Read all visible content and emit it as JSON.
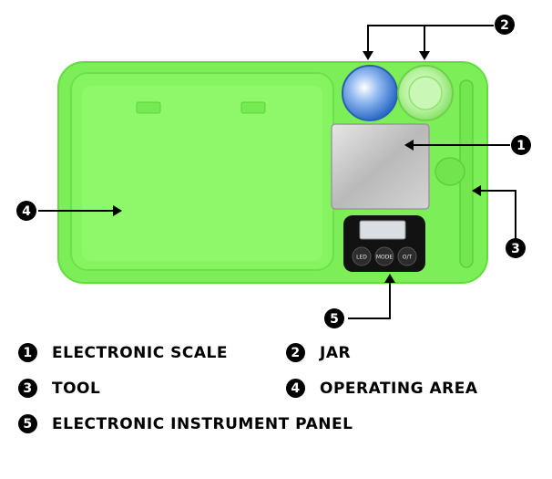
{
  "callouts": [
    {
      "number": "1"
    },
    {
      "number": "2"
    },
    {
      "number": "3"
    },
    {
      "number": "4"
    },
    {
      "number": "5"
    }
  ],
  "scale_buttons": [
    "LED",
    "MODE",
    "O/T"
  ],
  "legend": [
    {
      "number": "1",
      "label": "ELECTRONIC SCALE"
    },
    {
      "number": "2",
      "label": "JAR"
    },
    {
      "number": "3",
      "label": "TOOL"
    },
    {
      "number": "4",
      "label": "OPERATING AREA"
    },
    {
      "number": "5",
      "label": "ELECTRONIC INSTRUMENT PANEL"
    }
  ],
  "colors": {
    "tray": "#7df05a",
    "tray_inner": "#8cf565",
    "tray_edge": "#5fd83e",
    "scale_plate": "#c8c8c8",
    "panel": "#111111",
    "lcd": "#d8dde2",
    "jar_blue": "#3a7bd5",
    "jar_clear": "#b8f5a0"
  }
}
